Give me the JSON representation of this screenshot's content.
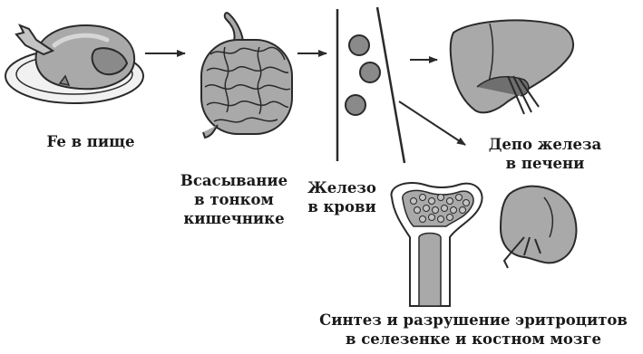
{
  "labels": {
    "food": "Fe в пище",
    "absorption": [
      "Всасывание",
      "в тонком",
      "кишечнике"
    ],
    "blood": [
      "Железо",
      "в крови"
    ],
    "liver": [
      "Депо железа",
      "в печени"
    ],
    "synthesis": [
      "Синтез и разрушение эритроцитов",
      "в селезенке и костном мозге"
    ]
  },
  "icons": [
    "chicken-icon",
    "intestine-icon",
    "blood-vessel-icon",
    "liver-icon",
    "bone-icon",
    "spleen-icon"
  ],
  "colors": {
    "organ_fill": "#a9a9a9",
    "organ_dark": "#6f6f6f",
    "outline": "#2a2a2a",
    "plate": "#f1f1f1"
  }
}
